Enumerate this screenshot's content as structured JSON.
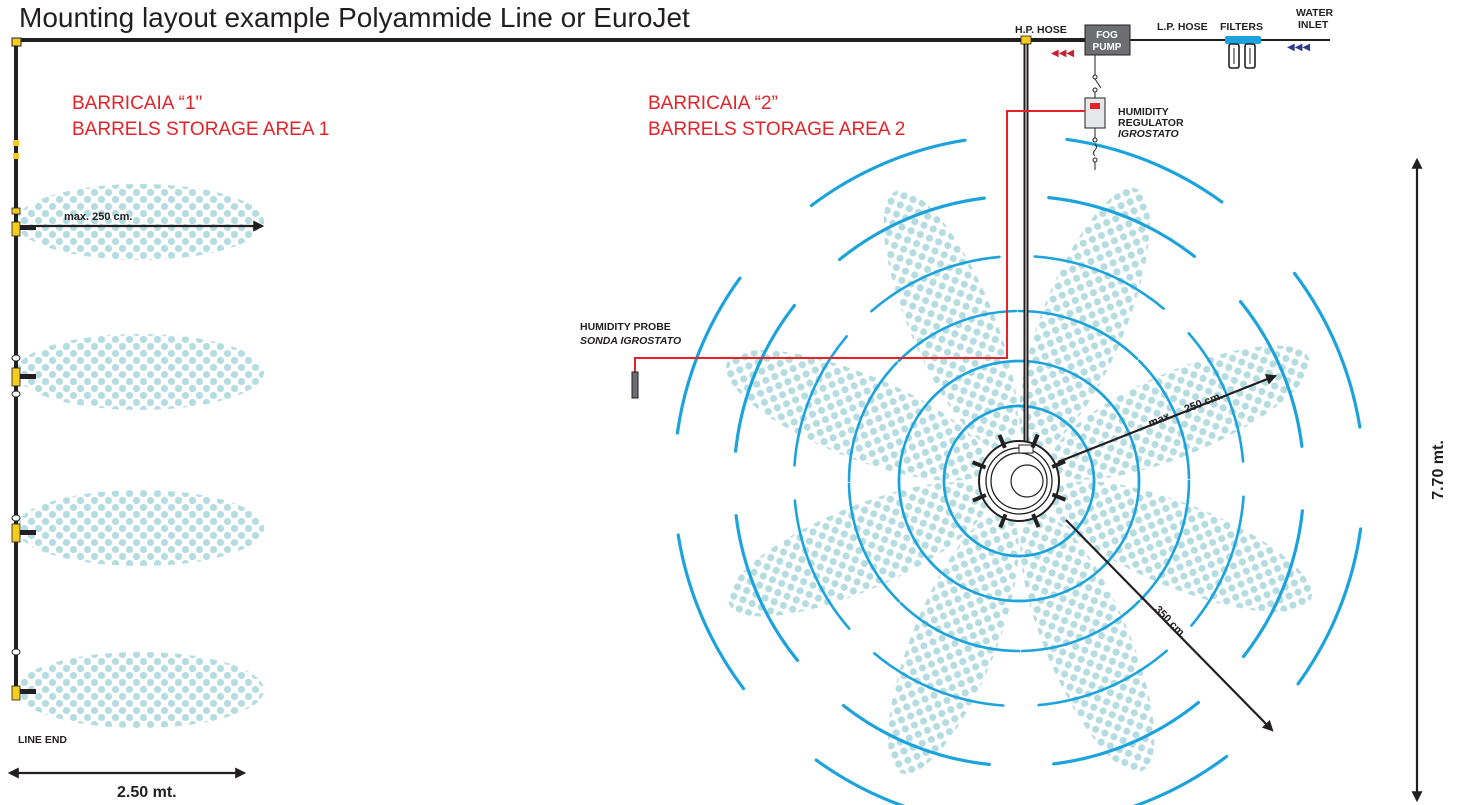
{
  "title": "Mounting layout example Polyammide Line or EuroJet",
  "area1": {
    "line1": "BARRICAIA “1\"",
    "line2": "BARRELS STORAGE AREA 1"
  },
  "area2": {
    "line1": "BARRICAIA “2”",
    "line2": "BARRELS STORAGE AREA 2"
  },
  "labels": {
    "hp_hose": "H.P. HOSE",
    "lp_hose": "L.P. HOSE",
    "filters": "FILTERS",
    "water_inlet_1": "WATER",
    "water_inlet_2": "INLET",
    "fog_pump_1": "FOG",
    "fog_pump_2": "PUMP",
    "regulator_1": "HUMIDITY",
    "regulator_2": "REGULATOR",
    "regulator_3": "IGROSTATO",
    "probe_1": "HUMIDITY PROBE",
    "probe_2": "SONDA IGROSTATO",
    "line_end": "LINE END"
  },
  "dimensions": {
    "spray_max": "max. 250 cm.",
    "radial_max_prefix": "max.",
    "radial_max_value": "250 cm.",
    "radial_diag": "350 cm.",
    "width": "2.50 mt.",
    "height": "7.70 mt."
  },
  "colors": {
    "text": "#231f20",
    "red": "#e42229",
    "fog_dots": "#b5dce0",
    "wave_blue": "#1ca3dc",
    "fitting_yellow": "#f4cc1c",
    "pump_gray": "#6d6e71",
    "arrow_red": "#c9202d",
    "arrow_blue": "#2b3a8c"
  }
}
